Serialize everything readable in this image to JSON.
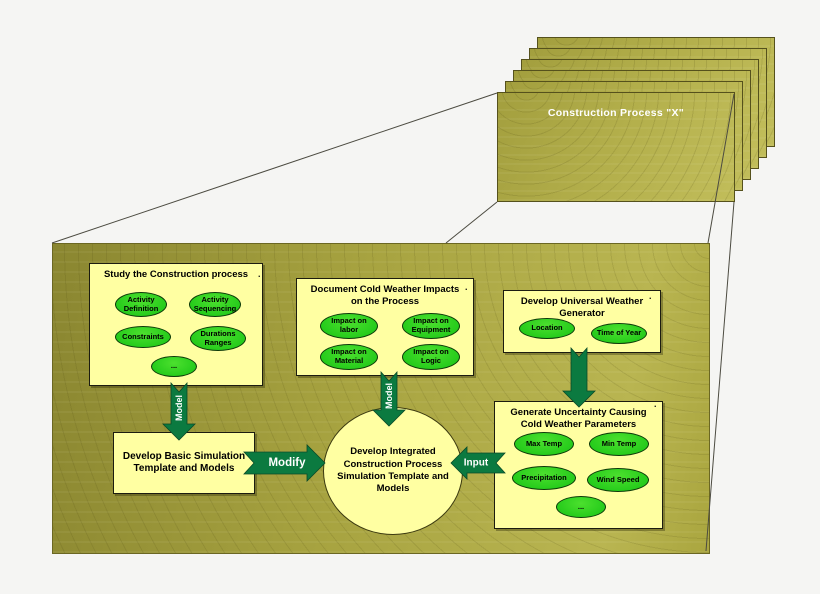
{
  "colors": {
    "page_background": "#f5f5f3",
    "panel_olive": "#a7a340",
    "card_olive": "#b3af4b",
    "box_yellow": "#ffffa2",
    "ellipse_green": "#2ecc1f",
    "arrow_green": "#0b7a40",
    "card_title_text": "#ffffff"
  },
  "stack": {
    "card_count": 6,
    "title": "Construction Process \"X\""
  },
  "panel": {
    "marker": ".",
    "study": {
      "title": "Study the Construction process",
      "ellipses": {
        "e1": "Activity\nDefinition",
        "e2": "Activity\nSequencing",
        "e3": "Constraints",
        "e4": "Durations\nRanges",
        "e5": "..."
      }
    },
    "document": {
      "title": "Document Cold Weather Impacts\non the Process",
      "ellipses": {
        "e1": "Impact on\nlabor",
        "e2": "Impact on\nEquipment",
        "e3": "Impact on\nMaterial",
        "e4": "Impact on\nLogic"
      }
    },
    "weather": {
      "title": "Develop Universal Weather\nGenerator",
      "ellipses": {
        "e1": "Location",
        "e2": "Time of Year"
      }
    },
    "generate": {
      "title": "Generate Uncertainty Causing\nCold Weather Parameters",
      "ellipses": {
        "e1": "Max Temp",
        "e2": "Min Temp",
        "e3": "Precipitation",
        "e4": "Wind Speed",
        "e5": "..."
      }
    },
    "basic": {
      "title": "Develop Basic Simulation\nTemplate and Models"
    },
    "circle": {
      "title": "Develop Integrated\nConstruction Process\nSimulation Template and\nModels"
    }
  },
  "arrows": {
    "model_study": "Model",
    "model_document": "Model",
    "modify": "Modify",
    "input": "Input"
  }
}
